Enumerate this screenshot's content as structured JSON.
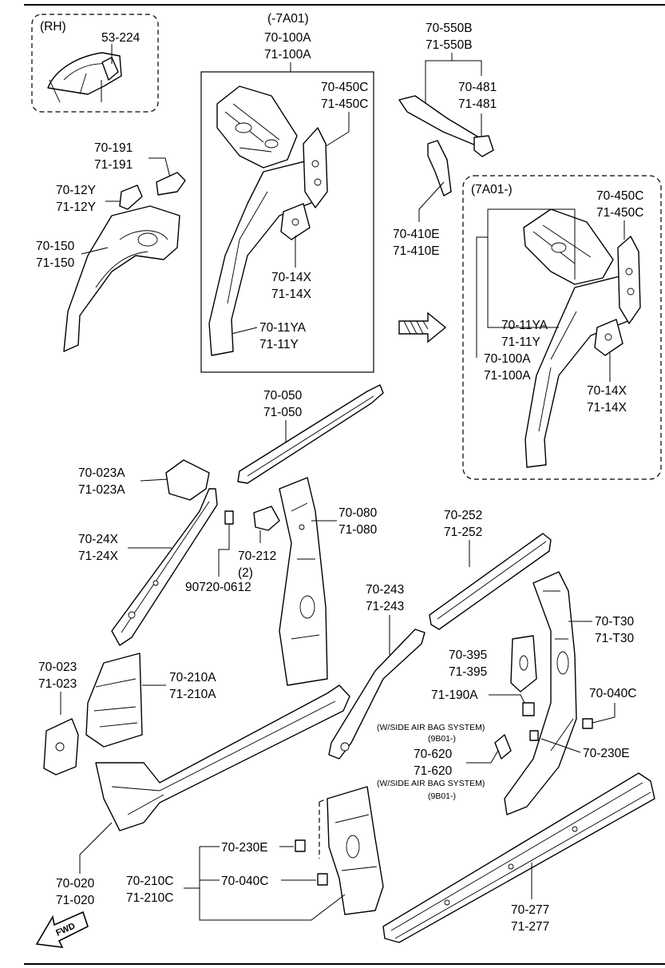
{
  "groups": {
    "rh": "(RH)",
    "pre": "(-7A01)",
    "post": "(7A01-)"
  },
  "labels": {
    "l53_224": "53-224",
    "l70_100A": "70-100A",
    "l71_100A": "71-100A",
    "l70_450C": "70-450C",
    "l71_450C": "71-450C",
    "l70_14X": "70-14X",
    "l71_14X": "71-14X",
    "l70_11YA": "70-11YA",
    "l71_11Y": "71-11Y",
    "l70_550B": "70-550B",
    "l71_550B": "71-550B",
    "l70_481": "70-481",
    "l71_481": "71-481",
    "l70_410E": "70-410E",
    "l71_410E": "71-410E",
    "l70_191": "70-191",
    "l71_191": "71-191",
    "l70_12Y": "70-12Y",
    "l71_12Y": "71-12Y",
    "l70_150": "70-150",
    "l71_150": "71-150",
    "l70_050": "70-050",
    "l71_050": "71-050",
    "l70_023A": "70-023A",
    "l71_023A": "71-023A",
    "l70_080": "70-080",
    "l71_080": "71-080",
    "l70_24X": "70-24X",
    "l71_24X": "71-24X",
    "l70_212": "70-212",
    "qty2": "(2)",
    "l90720": "90720-0612",
    "l70_252": "70-252",
    "l71_252": "71-252",
    "l70_243": "70-243",
    "l71_243": "71-243",
    "l70_T30": "70-T30",
    "l71_T30": "71-T30",
    "l70_395": "70-395",
    "l71_395": "71-395",
    "l70_023": "70-023",
    "l71_023": "71-023",
    "l70_210A": "70-210A",
    "l71_210A": "71-210A",
    "l71_190A": "71-190A",
    "l70_040C_r": "70-040C",
    "l70_230E_r": "70-230E",
    "l70_620": "70-620",
    "l71_620": "71-620",
    "l70_020": "70-020",
    "l71_020": "71-020",
    "l70_230E_b": "70-230E",
    "l70_210C": "70-210C",
    "l71_210C": "71-210C",
    "l70_040C_b": "70-040C",
    "l70_277": "70-277",
    "l71_277": "71-277"
  },
  "notes": {
    "airbag1": "(W/SIDE AIR BAG SYSTEM)",
    "code1": "(9B01-)",
    "airbag2": "(W/SIDE AIR BAG SYSTEM)",
    "code2": "(9B01-)"
  },
  "fwd": "FWD"
}
